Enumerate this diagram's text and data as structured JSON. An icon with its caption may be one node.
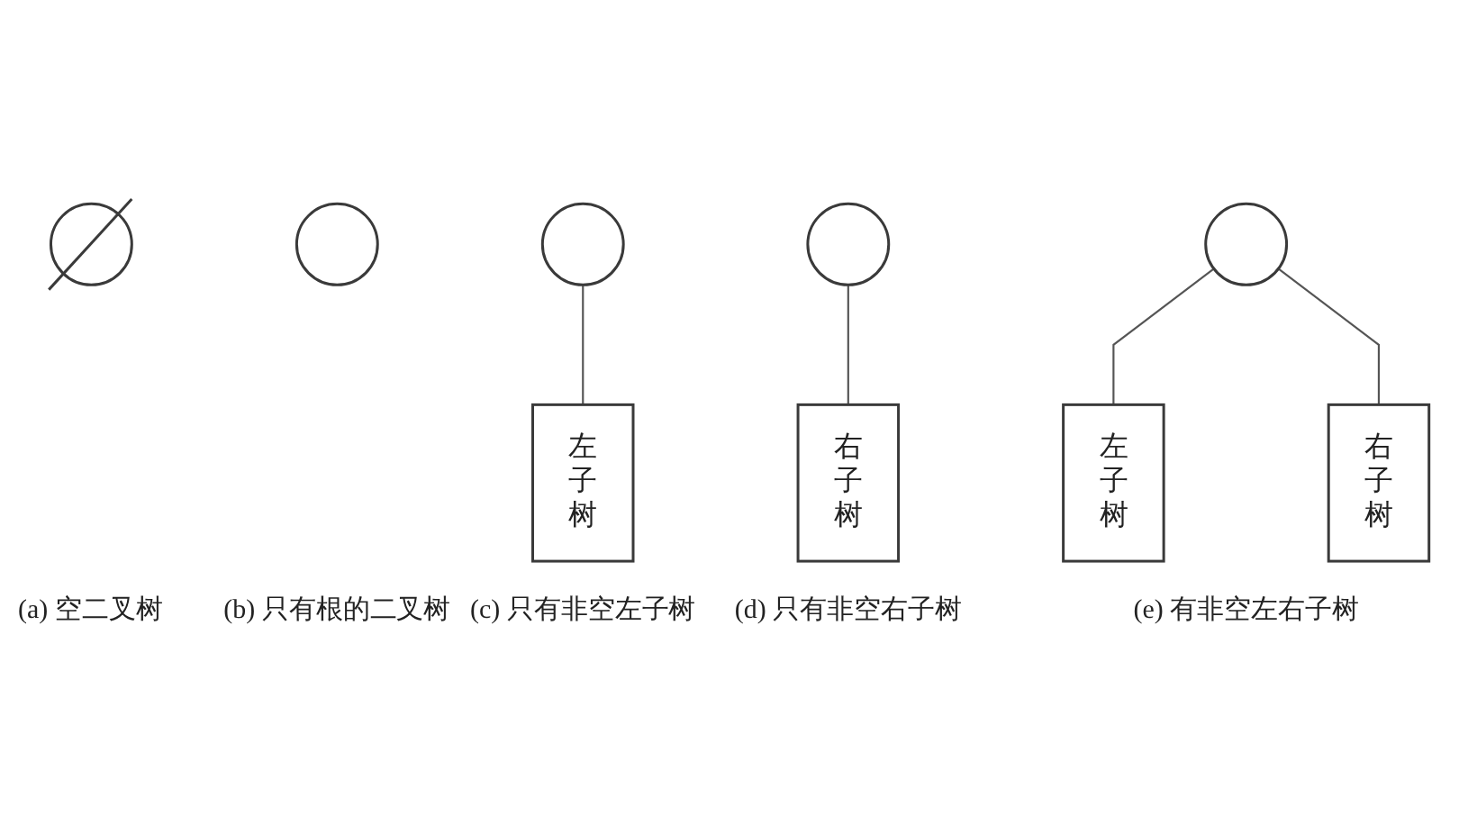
{
  "diagram": {
    "nodes": [
      {
        "text": [],
        "shape": "circle"
      },
      {
        "text": [],
        "shape": "circle"
      },
      {
        "text": [],
        "shape": "circle"
      },
      {
        "text": [
          "左子树"
        ]
      },
      {
        "text": [],
        "shape": "circle"
      },
      {
        "text": [
          "右子树"
        ]
      },
      {
        "text": [],
        "shape": "circle"
      },
      {
        "text": [
          "左子树"
        ]
      },
      {
        "text": [
          "右子树"
        ]
      }
    ],
    "edges": [
      {
        "from": 2,
        "to": 3,
        "arrow": "none"
      },
      {
        "from": 4,
        "to": 5,
        "arrow": "none"
      },
      {
        "from": 6,
        "to": 7,
        "arrow": "none"
      },
      {
        "from": 6,
        "to": 8,
        "arrow": "none"
      }
    ],
    "labels": [
      "(a) 空二叉树",
      "(b) 只有根的二叉树",
      "(c) 只有非空左子树",
      "(d) 只有非空右子树",
      "(e) 有非空左右子树"
    ]
  }
}
